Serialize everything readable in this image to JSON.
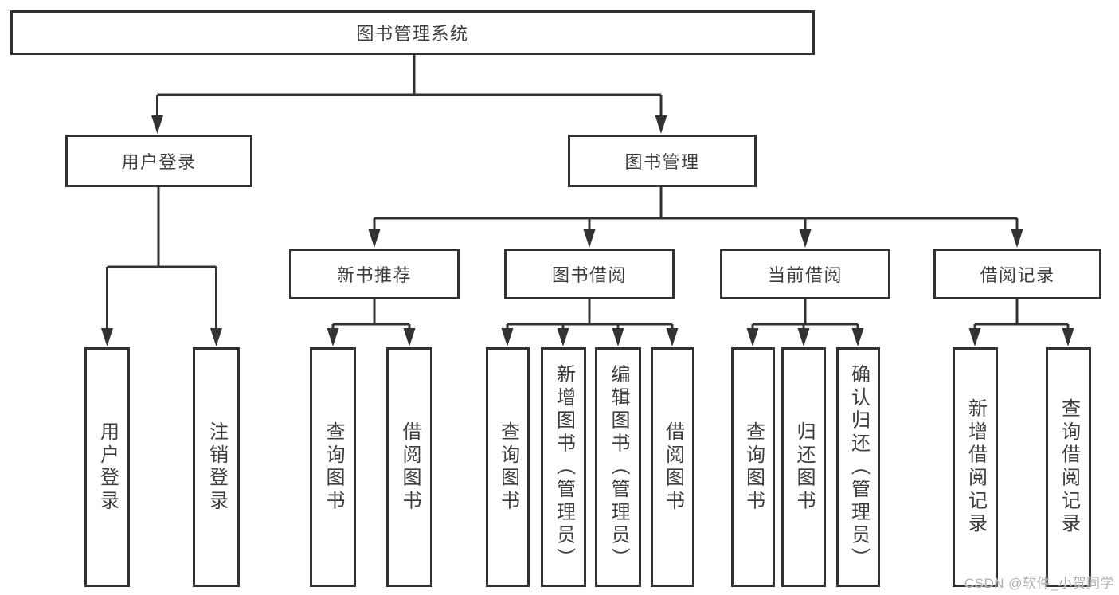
{
  "diagram": {
    "root": {
      "label": "图书管理系统",
      "children": [
        {
          "label": "用户登录",
          "children": [
            {
              "label": "用户登录"
            },
            {
              "label": "注销登录"
            }
          ]
        },
        {
          "label": "图书管理",
          "children": [
            {
              "label": "新书推荐",
              "children": [
                {
                  "label": "查询图书"
                },
                {
                  "label": "借阅图书"
                }
              ]
            },
            {
              "label": "图书借阅",
              "children": [
                {
                  "label": "查询图书"
                },
                {
                  "label": "新增图书（管理员）"
                },
                {
                  "label": "编辑图书（管理员）"
                },
                {
                  "label": "借阅图书"
                }
              ]
            },
            {
              "label": "当前借阅",
              "children": [
                {
                  "label": "查询图书"
                },
                {
                  "label": "归还图书"
                },
                {
                  "label": "确认归还（管理员）"
                }
              ]
            },
            {
              "label": "借阅记录",
              "children": [
                {
                  "label": "新增借阅记录"
                },
                {
                  "label": "查询借阅记录"
                }
              ]
            }
          ]
        }
      ]
    },
    "watermark": {
      "text": "CSDN @软件_小贺同学"
    },
    "colors": {
      "line": "#323232",
      "node_border": "#323232",
      "text": "#3d3d3d",
      "watermark": "#b1b1b1",
      "background": "#ffffff"
    }
  }
}
